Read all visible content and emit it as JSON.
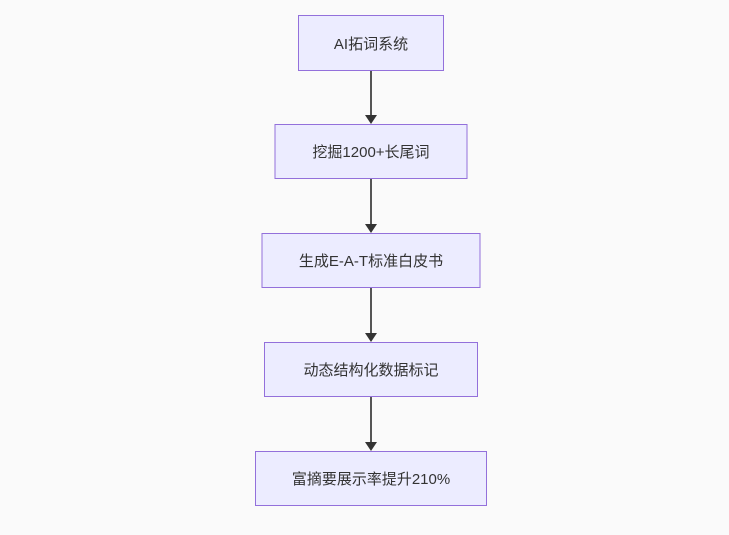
{
  "diagram": {
    "type": "flowchart",
    "direction": "top-down",
    "nodes": [
      {
        "id": "n0",
        "label": "AI拓词系统"
      },
      {
        "id": "n1",
        "label": "挖掘1200+长尾词"
      },
      {
        "id": "n2",
        "label": "生成E-A-T标准白皮书"
      },
      {
        "id": "n3",
        "label": "动态结构化数据标记"
      },
      {
        "id": "n4",
        "label": "富摘要展示率提升210%"
      }
    ],
    "edges": [
      {
        "from": "n0",
        "to": "n1"
      },
      {
        "from": "n1",
        "to": "n2"
      },
      {
        "from": "n2",
        "to": "n3"
      },
      {
        "from": "n3",
        "to": "n4"
      }
    ],
    "colors": {
      "background": "#fafafa",
      "node_fill": "#ECECFF",
      "node_border": "#9370DB",
      "text": "#333333",
      "arrow": "#333333",
      "arrow_line": "#555555"
    }
  }
}
